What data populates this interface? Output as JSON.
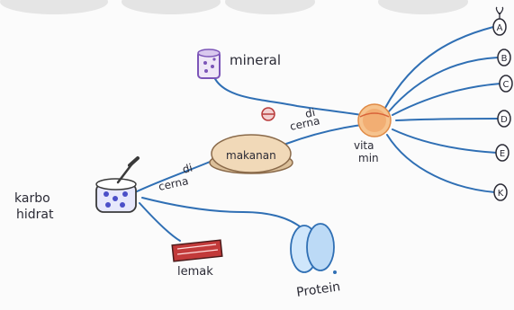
{
  "labels": {
    "mineral": "mineral",
    "di_cerna_top_1": "di",
    "di_cerna_top_2": "cerna",
    "vitamin_1": "vita",
    "vitamin_2": "min",
    "makanan": "makanan",
    "di_cerna_left_1": "di",
    "di_cerna_left_2": "cerna",
    "karbohidrat_1": "karbo",
    "karbohidrat_2": "hidrat",
    "lemak": "lemak",
    "protein": "Protein"
  },
  "vitamins": [
    "A",
    "B",
    "C",
    "D",
    "E",
    "K"
  ],
  "colors": {
    "line": "#2f6fb4",
    "text": "#2a2a35",
    "makanan_fill": "#e6c7a3",
    "orange": "#f0a060",
    "mineral_purple": "#7c55b8",
    "lemak_red": "#c23a3a",
    "protein_blue": "#4f8fcf",
    "carbo_blue": "#4b4fc8"
  }
}
